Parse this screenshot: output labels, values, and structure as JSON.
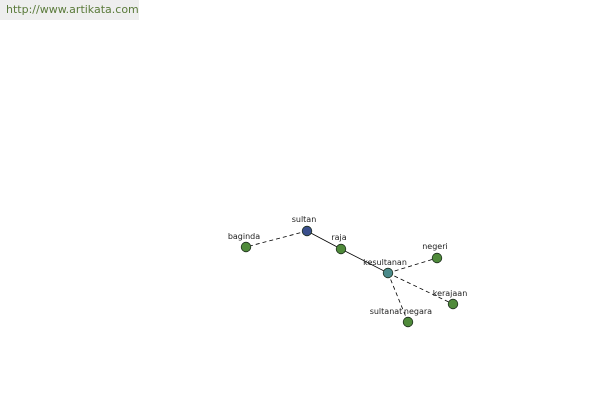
{
  "header": {
    "source_url": "http://www.artikata.com"
  },
  "graph": {
    "colors": {
      "center_node": "#3a4f8c",
      "hub_node": "#4a8a8a",
      "leaf_node": "#4f8a3a",
      "node_stroke": "#1f2f1f",
      "edge": "#000000"
    },
    "nodes": [
      {
        "id": "sultan",
        "label": "sultan",
        "role": "center"
      },
      {
        "id": "baginda",
        "label": "baginda",
        "role": "leaf"
      },
      {
        "id": "raja",
        "label": "raja",
        "role": "leaf"
      },
      {
        "id": "kesultanan",
        "label": "kesultanan",
        "role": "hub"
      },
      {
        "id": "negeri",
        "label": "negeri",
        "role": "leaf"
      },
      {
        "id": "kerajaan",
        "label": "kerajaan",
        "role": "leaf"
      },
      {
        "id": "sultanat",
        "label": "sultanat",
        "role": "leaf"
      },
      {
        "id": "negara",
        "label": "negara",
        "role": "leaf"
      }
    ],
    "edges": [
      {
        "from": "sultan",
        "to": "baginda",
        "style": "dashed"
      },
      {
        "from": "sultan",
        "to": "raja",
        "style": "solid"
      },
      {
        "from": "raja",
        "to": "kesultanan",
        "style": "solid"
      },
      {
        "from": "kesultanan",
        "to": "negeri",
        "style": "dashed"
      },
      {
        "from": "kesultanan",
        "to": "kerajaan",
        "style": "dashed"
      },
      {
        "from": "kesultanan",
        "to": "negara",
        "style": "dashed"
      }
    ]
  }
}
